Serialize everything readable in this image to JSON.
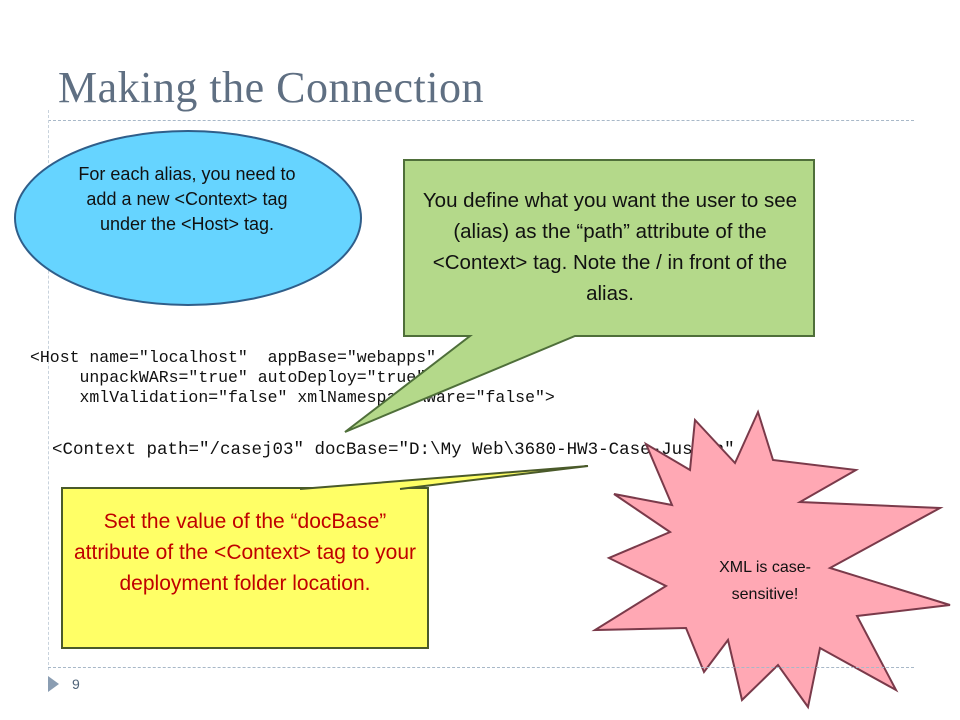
{
  "slide": {
    "title": "Making the Connection",
    "page_number": "9"
  },
  "callouts": {
    "ellipse": "For each alias, you need to add a new <Context> tag under the <Host> tag.",
    "green_box": "You define what you want the user to see (alias) as the “path” attribute of the <Context> tag.  Note the / in front of the alias.",
    "yellow_box": "Set the value of the “docBase” attribute of the <Context> tag to your deployment folder location.",
    "star": "XML is case-sensitive!"
  },
  "code": {
    "host_block": "<Host name=\"localhost\"  appBase=\"webapps\"\n     unpackWARs=\"true\" autoDeploy=\"true\"\n     xmlValidation=\"false\" xmlNamespaceAware=\"false\">",
    "context_line": "<Context path=\"/casej03\" docBase=\"D:\\My Web\\3680-HW3-Case-Justin\" />"
  },
  "colors": {
    "title": "#5f6f82",
    "ellipse_fill": "#66d4ff",
    "green_fill": "#b4d98a",
    "yellow_fill": "#ffff66",
    "star_fill": "#ffa8b4",
    "yellow_text": "#c00000"
  }
}
